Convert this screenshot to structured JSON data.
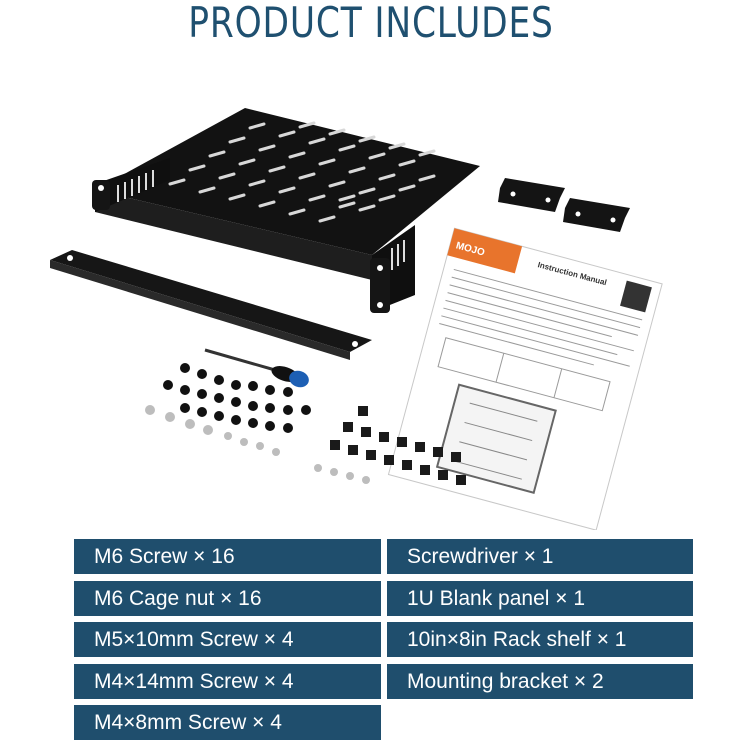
{
  "header": {
    "title": "PRODUCT INCLUDES"
  },
  "product_image": {
    "manual_title": "Instruction Manual",
    "brand": "MOJO"
  },
  "items": {
    "left": [
      "M6 Screw × 16",
      "M6 Cage nut × 16",
      "M5×10mm Screw × 4",
      "M4×14mm Screw × 4",
      "M4×8mm Screw × 4"
    ],
    "right": [
      "Screwdriver × 1",
      "1U Blank panel × 1",
      "10in×8in Rack shelf × 1",
      "Mounting bracket × 2"
    ]
  },
  "colors": {
    "title": "#1f5070",
    "cell_bg": "#1f4e6d",
    "cell_text": "#ffffff",
    "manual_accent": "#e8742c"
  }
}
